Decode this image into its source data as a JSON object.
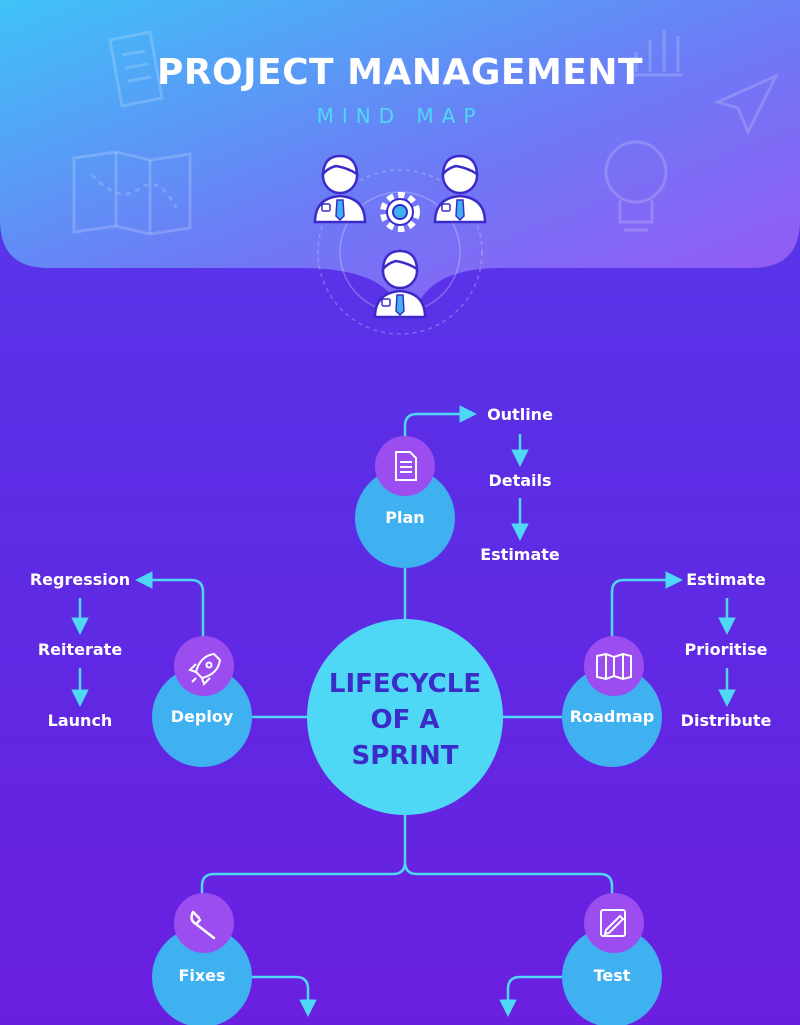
{
  "header": {
    "title": "PROJECT MANAGEMENT",
    "subtitle": "MIND MAP"
  },
  "center": {
    "line1": "LIFECYCLE",
    "line2": "OF A",
    "line3": "SPRINT"
  },
  "nodes": {
    "plan": {
      "label": "Plan",
      "icon": "document-icon",
      "steps": [
        "Outline",
        "Details",
        "Estimate"
      ]
    },
    "roadmap": {
      "label": "Roadmap",
      "icon": "map-icon",
      "steps": [
        "Estimate",
        "Prioritise",
        "Distribute"
      ]
    },
    "deploy": {
      "label": "Deploy",
      "icon": "rocket-icon",
      "steps": [
        "Regression",
        "Reiterate",
        "Launch"
      ]
    },
    "fixes": {
      "label": "Fixes",
      "icon": "wrench-icon"
    },
    "test": {
      "label": "Test",
      "icon": "edit-icon"
    }
  },
  "colors": {
    "background": "#5a3cf0",
    "header_gradient_start": "#45c8f7",
    "header_gradient_end": "#8a5cf5",
    "node_fill": "#3fb0f0",
    "center_fill": "#4fd8f6",
    "icon_badge": "#9b4df0",
    "connector": "#4fd8f6",
    "text": "#ffffff",
    "center_text": "#3b2bc9"
  }
}
